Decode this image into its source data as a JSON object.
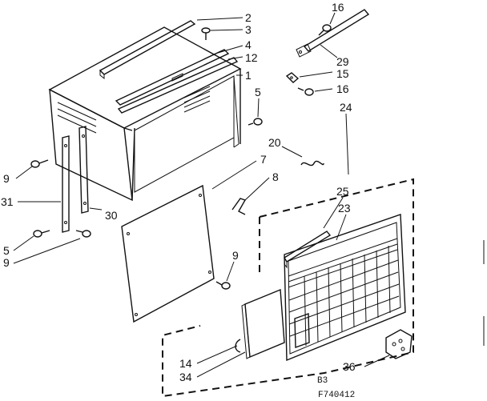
{
  "callouts": {
    "c2": "2",
    "c3": "3",
    "c4": "4",
    "c12": "12",
    "c1": "1",
    "c5a": "5",
    "c16a": "16",
    "c29": "29",
    "c15": "15",
    "c16b": "16",
    "c24": "24",
    "c20": "20",
    "c7": "7",
    "c8": "8",
    "c9a": "9",
    "c31": "31",
    "c30": "30",
    "c5b": "5",
    "c9b": "9",
    "c25": "25",
    "c23": "23",
    "c9c": "9",
    "c14": "14",
    "c34": "34",
    "c36": "36"
  },
  "codes": {
    "mark": "B3",
    "figure": "F740412"
  }
}
